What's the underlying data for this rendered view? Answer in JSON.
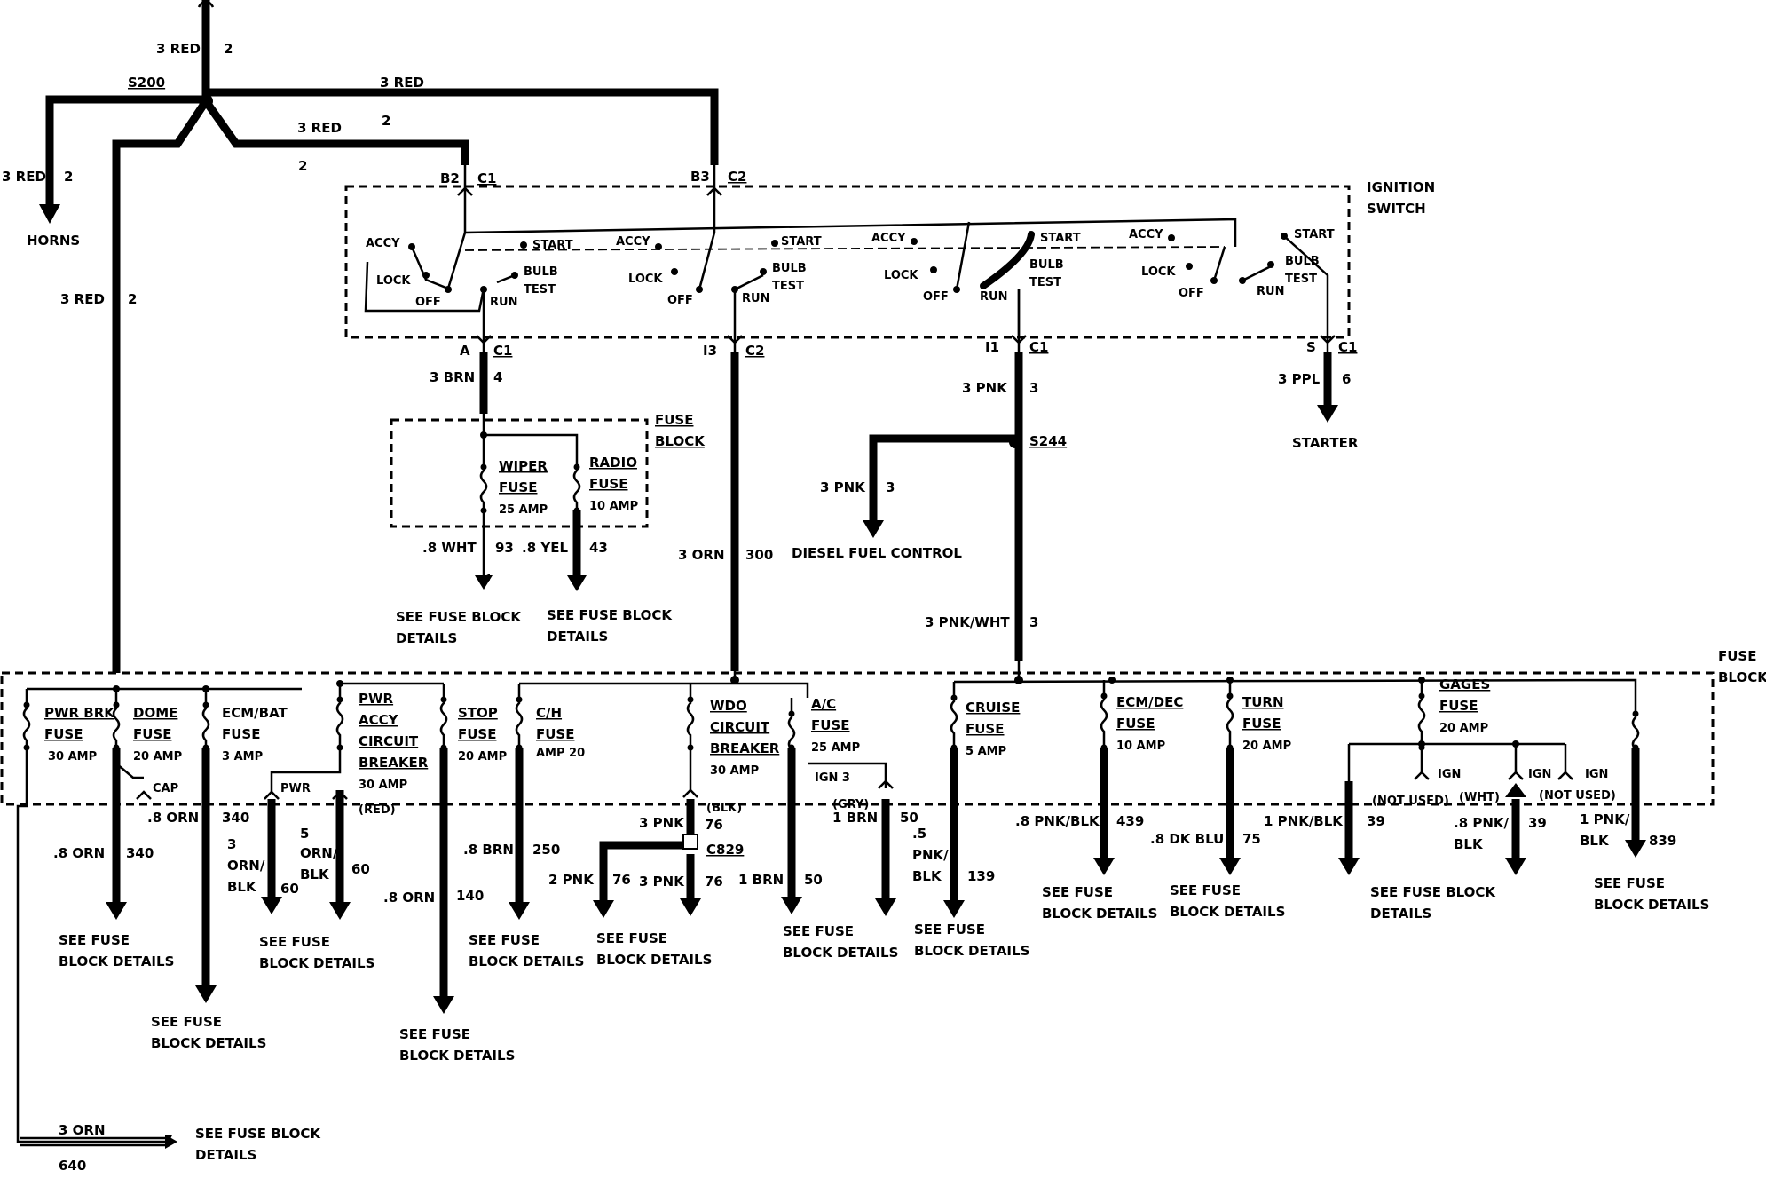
{
  "top_feed": {
    "wire": "3 RED",
    "circuit": "2"
  },
  "splice_s200": "S200",
  "upper_right_wire": {
    "wire": "3 RED",
    "circuit": "2"
  },
  "to_b2_wire": {
    "wire": "3 RED",
    "circuit": "2"
  },
  "to_b2_circuit_below": "2",
  "horns_wire": {
    "wire": "3 RED",
    "circuit": "2"
  },
  "horns_label": "HORNS",
  "left_vertical_wire": {
    "wire": "3 RED",
    "circuit": "2"
  },
  "ignition_switch": {
    "title_line1": "IGNITION",
    "title_line2": "SWITCH",
    "pins_top": [
      {
        "pin": "B2",
        "conn": "C1"
      },
      {
        "pin": "B3",
        "conn": "C2"
      }
    ],
    "pins_bottom": [
      {
        "pin": "A",
        "conn": "C1"
      },
      {
        "pin": "I3",
        "conn": "C2"
      },
      {
        "pin": "I1",
        "conn": "C1"
      },
      {
        "pin": "S",
        "conn": "C1"
      }
    ],
    "positions": {
      "accy": "ACCY",
      "lock": "LOCK",
      "off": "OFF",
      "run": "RUN",
      "start": "START",
      "bulb": "BULB",
      "test": "TEST"
    }
  },
  "wiper_radio_block": {
    "title_line1": "FUSE",
    "title_line2": "BLOCK",
    "feed_wire": {
      "wire": "3 BRN",
      "circuit": "4"
    },
    "wiper_fuse": {
      "line1": "WIPER",
      "line2": "FUSE",
      "rating": "25 AMP"
    },
    "radio_fuse": {
      "line1": "RADIO",
      "line2": "FUSE",
      "rating": "10 AMP"
    },
    "out_wiper": {
      "wire": ".8 WHT",
      "circuit": "93"
    },
    "out_radio": {
      "wire": ".8 YEL",
      "circuit": "43"
    },
    "see_line1": "SEE FUSE BLOCK",
    "see_line2": "DETAILS"
  },
  "i3_wire": {
    "wire": "3 ORN",
    "circuit": "300"
  },
  "i1_wire": {
    "wire": "3 PNK",
    "circuit": "3"
  },
  "splice_s244": "S244",
  "diesel_wire": {
    "wire": "3 PNK",
    "circuit": "3"
  },
  "diesel_label": "DIESEL FUEL CONTROL",
  "pnkwht_wire": {
    "wire": "3 PNK/WHT",
    "circuit": "3"
  },
  "starter_wire": {
    "wire": "3 PPL",
    "circuit": "6"
  },
  "starter_label": "STARTER",
  "main_fuse_block": {
    "title_line1": "FUSE",
    "title_line2": "BLOCK",
    "fuses": {
      "pwr_brk": {
        "line1": "PWR BRK",
        "line2": "FUSE",
        "rating": "30 AMP"
      },
      "dome": {
        "line1": "DOME",
        "line2": "FUSE",
        "rating": "20 AMP"
      },
      "ecm_bat": {
        "line1": "ECM/BAT",
        "line2": "FUSE",
        "rating": "3 AMP"
      },
      "pwr_accy": {
        "line1": "PWR",
        "line2": "ACCY",
        "line3": "CIRCUIT",
        "line4": "BREAKER",
        "rating": "30 AMP"
      },
      "stop": {
        "line1": "STOP",
        "line2": "FUSE",
        "rating": "20 AMP"
      },
      "ch": {
        "line1": "C/H",
        "line2": "FUSE",
        "rating": "AMP 20"
      },
      "wdo": {
        "line1": "WDO",
        "line2": "CIRCUIT",
        "line3": "BREAKER",
        "rating": "30 AMP"
      },
      "ac": {
        "line1": "A/C",
        "line2": "FUSE",
        "rating": "25 AMP"
      },
      "cruise": {
        "line1": "CRUISE",
        "line2": "FUSE",
        "rating": "5 AMP"
      },
      "ecm_dec": {
        "line1": "ECM/DEC",
        "line2": "FUSE",
        "rating": "10 AMP"
      },
      "turn": {
        "line1": "TURN",
        "line2": "FUSE",
        "rating": "20 AMP"
      },
      "gages": {
        "line1": "GAGES",
        "line2": "FUSE",
        "rating": "20 AMP"
      }
    },
    "cap_label": "CAP",
    "pwr_label": "PWR",
    "red_label": "(RED)",
    "blk_label": "(BLK)",
    "ign3_label": "IGN 3",
    "gry_label": "(GRY)",
    "ign_label": "IGN",
    "not_used": "(NOT USED)",
    "wht_label": "(WHT)"
  },
  "outputs": {
    "dome_a": {
      "wire": ".8 ORN",
      "circuit": "340"
    },
    "dome_b": {
      "wire": ".8 ORN",
      "circuit": "340"
    },
    "ecm_bat": {
      "l1": "3",
      "l2": "ORN/",
      "l3": "BLK",
      "circuit": "60"
    },
    "pwr": {
      "l1": "5",
      "l2": "ORN/",
      "l3": "BLK",
      "circuit": "60"
    },
    "stop": {
      "wire": ".8 ORN",
      "circuit": "140"
    },
    "ch": {
      "wire": ".8 BRN",
      "circuit": "250"
    },
    "wdo_in": {
      "wire": "3 PNK",
      "circuit": "76"
    },
    "c829": "C829",
    "wdo_2pnk": {
      "wire": "2 PNK",
      "circuit": "76"
    },
    "wdo_3pnk": {
      "wire": "3 PNK",
      "circuit": "76"
    },
    "ac": {
      "wire": "1 BRN",
      "circuit": "50"
    },
    "ign3": {
      "wire": "1 BRN",
      "circuit": "50"
    },
    "cruise": {
      "l1": ".5",
      "l2": "PNK/",
      "l3": "BLK",
      "circuit": "139"
    },
    "ecm_dec": {
      "wire": ".8 PNK/BLK",
      "circuit": "439"
    },
    "turn": {
      "wire": ".8 DK BLU",
      "circuit": "75"
    },
    "gages_left": {
      "wire": "1 PNK/BLK",
      "circuit": "39"
    },
    "gages_mid": {
      "l1": ".8 PNK/",
      "l2": "BLK",
      "circuit": "39"
    },
    "right_most": {
      "l1": "1 PNK/",
      "l2": "BLK",
      "circuit": "839"
    },
    "bottom": {
      "wire": "3 ORN",
      "circuit": "640"
    }
  },
  "see_fuse_l1": "SEE FUSE",
  "see_fuse_l2": "BLOCK DETAILS",
  "see_fuse_block": "SEE FUSE BLOCK",
  "details": "DETAILS"
}
